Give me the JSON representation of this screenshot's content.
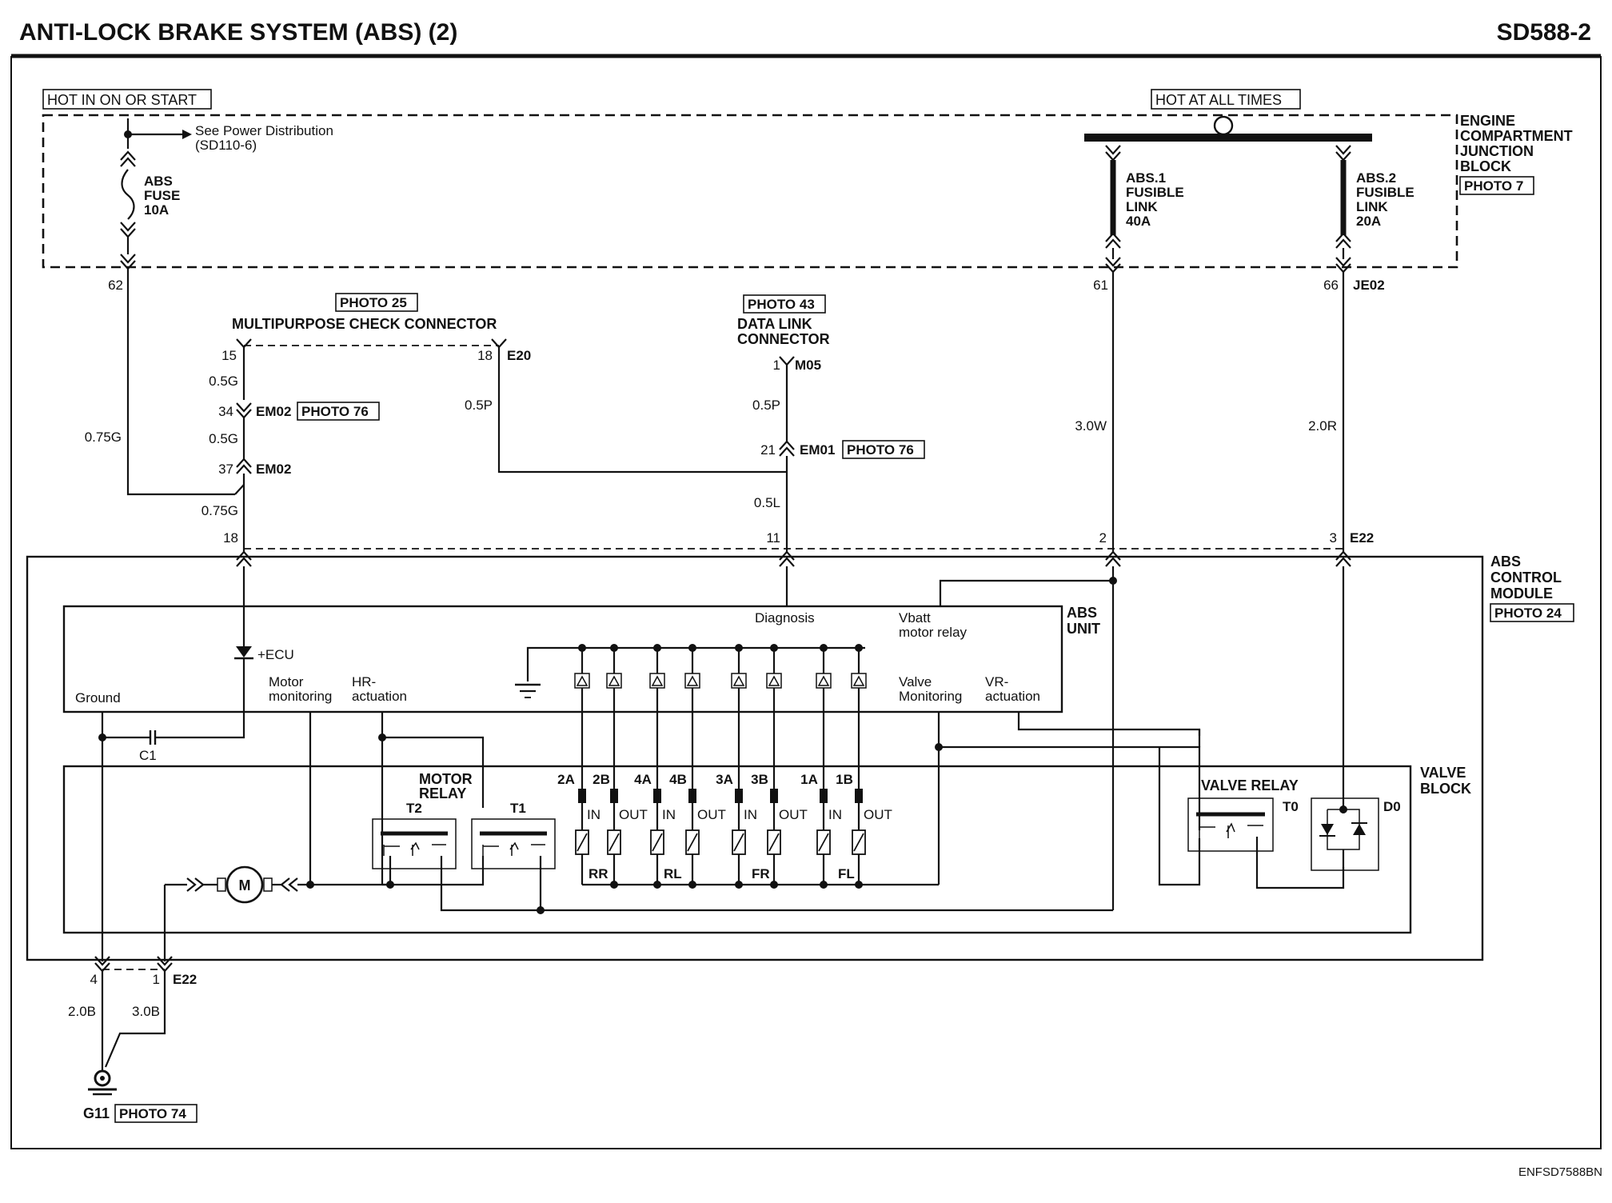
{
  "header": {
    "title": "ANTI-LOCK BRAKE SYSTEM (ABS) (2)",
    "code": "SD588-2"
  },
  "footer_code": "ENFSD7588BN",
  "power": {
    "hot_ign": "HOT IN ON OR START",
    "hot_always": "HOT AT ALL TIMES",
    "see_power_1": "See Power Distribution",
    "see_power_2": "(SD110-6)",
    "fuse": [
      "ABS",
      "FUSE",
      "10A"
    ],
    "link1": [
      "ABS.1",
      "FUSIBLE",
      "LINK",
      "40A"
    ],
    "link2": [
      "ABS.2",
      "FUSIBLE",
      "LINK",
      "20A"
    ],
    "ejb": [
      "ENGINE",
      "COMPARTMENT",
      "JUNCTION",
      "BLOCK"
    ],
    "ejb_photo": "PHOTO 7"
  },
  "connectors": {
    "mcc_photo": "PHOTO 25",
    "mcc_name": "MULTIPURPOSE CHECK CONNECTOR",
    "dlc_photo": "PHOTO 43",
    "dlc_name_1": "DATA LINK",
    "dlc_name_2": "CONNECTOR",
    "em02": "EM02",
    "em02_photo": "PHOTO 76",
    "em01": "EM01",
    "em01_photo": "PHOTO 76",
    "e20": "E20",
    "m05": "M05",
    "je02": "JE02",
    "e22": "E22"
  },
  "pins": {
    "p62": "62",
    "p61": "61",
    "p66": "66",
    "p15": "15",
    "p18a": "18",
    "p1": "1",
    "p34": "34",
    "p37": "37",
    "p21": "21",
    "p18b": "18",
    "p11": "11",
    "p2": "2",
    "p3": "3",
    "p4": "4",
    "p1b": "1"
  },
  "wires": {
    "g075a": "0.75G",
    "g05a": "0.5G",
    "g05b": "0.5G",
    "g075b": "0.75G",
    "p05a": "0.5P",
    "p05b": "0.5P",
    "l05": "0.5L",
    "w30": "3.0W",
    "r20": "2.0R",
    "b20": "2.0B",
    "b30": "3.0B"
  },
  "module": {
    "name": [
      "ABS",
      "CONTROL",
      "MODULE"
    ],
    "photo": "PHOTO 24",
    "abs_unit": [
      "ABS",
      "UNIT"
    ],
    "diagnosis": "Diagnosis",
    "vbatt_1": "Vbatt",
    "vbatt_2": "motor relay",
    "ecu": "+ECU",
    "ground": "Ground",
    "motor_mon_1": "Motor",
    "motor_mon_2": "monitoring",
    "hr_1": "HR-",
    "hr_2": "actuation",
    "valve_mon_1": "Valve",
    "valve_mon_2": "Monitoring",
    "vr_1": "VR-",
    "vr_2": "actuation",
    "c1": "C1"
  },
  "valve_block": {
    "name": [
      "VALVE",
      "BLOCK"
    ],
    "motor_relay": [
      "MOTOR",
      "RELAY"
    ],
    "t2": "T2",
    "t1": "T1",
    "motor": "M",
    "valve_relay": "VALVE RELAY",
    "t0": "T0",
    "d0": "D0",
    "valve_labels": [
      "2A",
      "2B",
      "4A",
      "4B",
      "3A",
      "3B",
      "1A",
      "1B"
    ],
    "io": [
      "IN",
      "OUT",
      "IN",
      "OUT",
      "IN",
      "OUT",
      "IN",
      "OUT"
    ],
    "wheels": [
      "RR",
      "RL",
      "FR",
      "FL"
    ]
  },
  "ground": {
    "g11": "G11",
    "photo": "PHOTO 74"
  }
}
